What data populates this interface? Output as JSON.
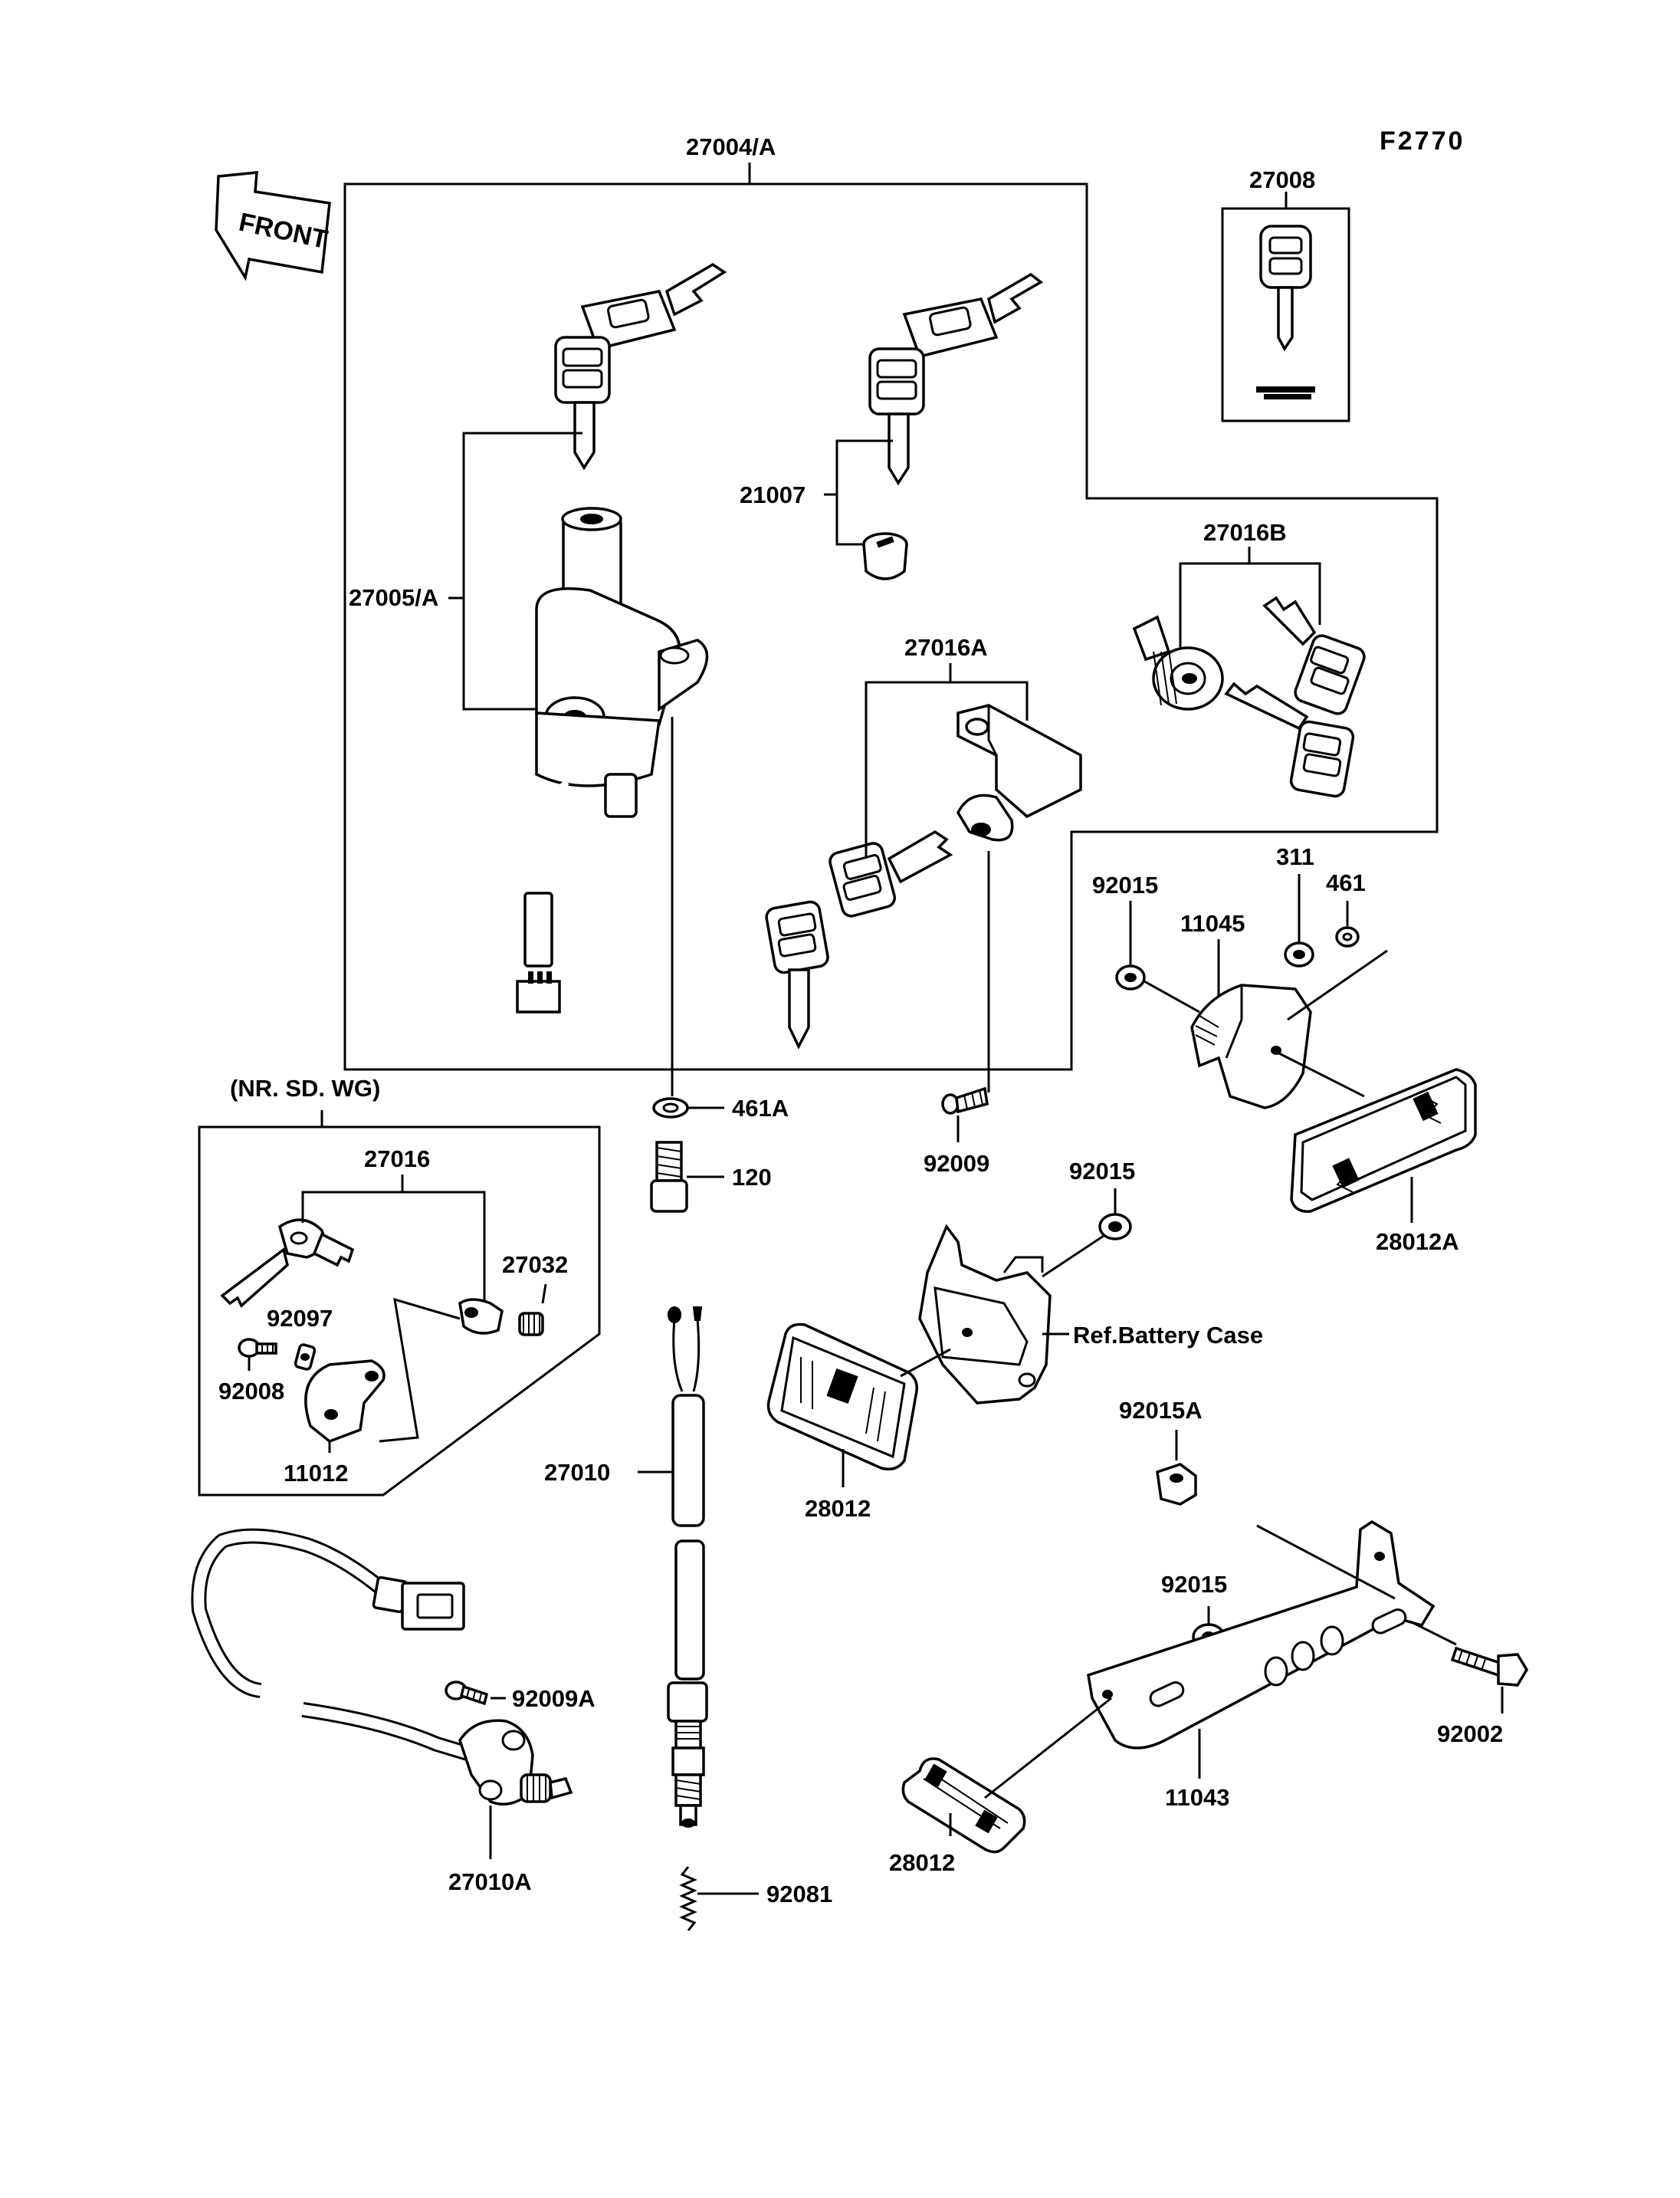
{
  "figure": {
    "id": "F2770",
    "front_label": "FRONT"
  },
  "labels": {
    "l_27004A": "27004/A",
    "l_27008": "27008",
    "l_27005A": "27005/A",
    "l_21007": "21007",
    "l_27016B": "27016B",
    "l_27016A": "27016A",
    "l_311": "311",
    "l_461": "461",
    "l_92015_a": "92015",
    "l_11045": "11045",
    "l_461A": "461A",
    "l_120": "120",
    "l_92009": "92009",
    "l_92015_b": "92015",
    "l_28012A": "28012A",
    "l_nrsdwg": "(NR. SD. WG)",
    "l_27016": "27016",
    "l_27032": "27032",
    "l_92097": "92097",
    "l_92008": "92008",
    "l_11012": "11012",
    "l_refbattery": "Ref.Battery Case",
    "l_27010": "27010",
    "l_28012_a": "28012",
    "l_92015A": "92015A",
    "l_92015_c": "92015",
    "l_92009A": "92009A",
    "l_92002": "92002",
    "l_11043": "11043",
    "l_27010A": "27010A",
    "l_28012_b": "28012",
    "l_92081": "92081"
  }
}
